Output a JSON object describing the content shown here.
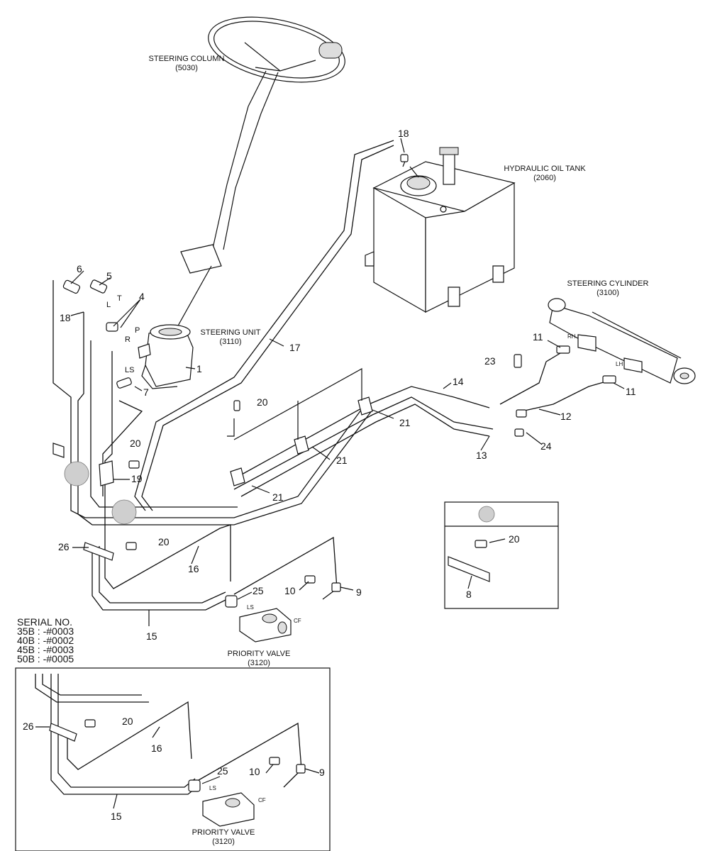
{
  "components": {
    "steering_column": {
      "name": "STEERING COLUMN",
      "code": "(5030)"
    },
    "hydraulic_oil_tank": {
      "name": "HYDRAULIC OIL TANK",
      "code": "(2060)"
    },
    "steering_cylinder": {
      "name": "STEERING CYLINDER",
      "code": "(3100)"
    },
    "steering_unit": {
      "name": "STEERING UNIT",
      "code": "(3110)"
    },
    "priority_valve": {
      "name": "PRIORITY VALVE",
      "code": "(3120)"
    },
    "priority_valve_inset": {
      "name": "PRIORITY VALVE",
      "code": "(3120)"
    }
  },
  "port_labels": {
    "T": "T",
    "L": "L",
    "P": "P",
    "R": "R",
    "LS": "LS",
    "LS_valve": "LS",
    "CF": "CF",
    "LS_inset": "LS",
    "CF_inset": "CF",
    "RH": "RH",
    "LH": "LH"
  },
  "callouts": {
    "c1": "1",
    "c4": "4",
    "c5": "5",
    "c6": "6",
    "c7": "7",
    "c8": "8",
    "c9": "9",
    "c9b": "9",
    "c10": "10",
    "c10b": "10",
    "c11a": "11",
    "c11b": "11",
    "c12": "12",
    "c13": "13",
    "c14": "14",
    "c15": "15",
    "c15b": "15",
    "c16": "16",
    "c16b": "16",
    "c17": "17",
    "c18a": "18",
    "c18b": "18",
    "c19": "19",
    "c20a": "20",
    "c20b": "20",
    "c20c": "20",
    "c20d": "20",
    "c20e": "20",
    "c21a": "21",
    "c21b": "21",
    "c21c": "21",
    "c23": "23",
    "c24": "24",
    "c25": "25",
    "c25b": "25",
    "c26": "26",
    "c26b": "26"
  },
  "serial": {
    "title": "SERIAL NO.",
    "lines": [
      "35B : -#0003",
      "40B : -#0002",
      "45B : -#0003",
      "50B : -#0005"
    ]
  }
}
